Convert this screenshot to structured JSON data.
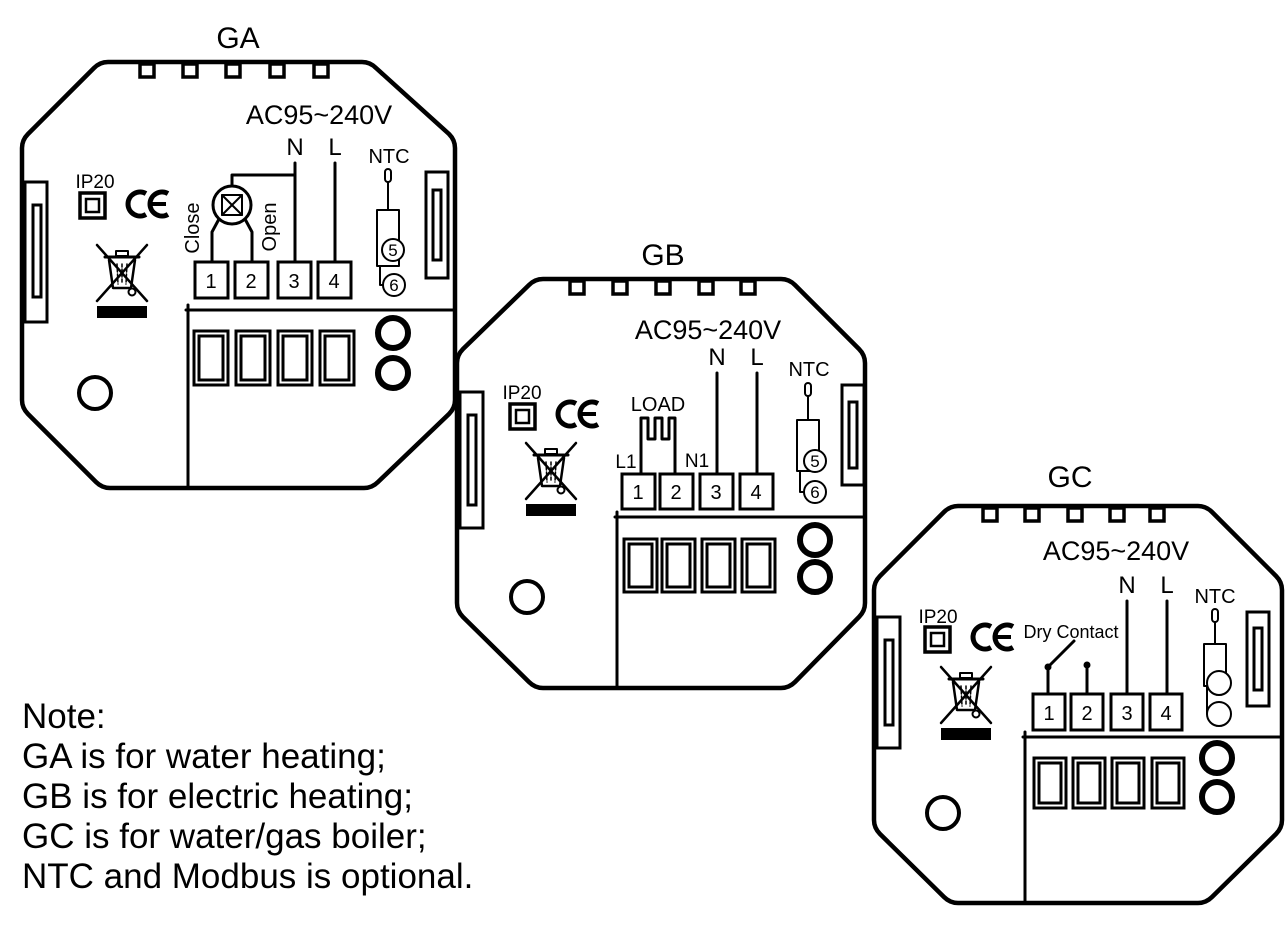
{
  "panels": {
    "ga": {
      "title": "GA",
      "voltage": "AC95~240V",
      "n_label": "N",
      "l_label": "L",
      "ntc_label": "NTC",
      "ntc_pins": [
        "5",
        "6"
      ],
      "ip_rating": "IP20",
      "ce_mark": "CE",
      "terminals": [
        "1",
        "2",
        "3",
        "4"
      ],
      "valve_close": "Close",
      "valve_open": "Open"
    },
    "gb": {
      "title": "GB",
      "voltage": "AC95~240V",
      "n_label": "N",
      "l_label": "L",
      "ntc_label": "NTC",
      "ntc_pins": [
        "5",
        "6"
      ],
      "ip_rating": "IP20",
      "ce_mark": "CE",
      "terminals": [
        "1",
        "2",
        "3",
        "4"
      ],
      "load_label": "LOAD",
      "load_l1": "L1",
      "load_n1": "N1"
    },
    "gc": {
      "title": "GC",
      "voltage": "AC95~240V",
      "n_label": "N",
      "l_label": "L",
      "ntc_label": "NTC",
      "ip_rating": "IP20",
      "ce_mark": "CE",
      "terminals": [
        "1",
        "2",
        "3",
        "4"
      ],
      "dry_contact_label": "Dry Contact"
    }
  },
  "note": {
    "heading": "Note:",
    "lines": [
      "GA is for water heating;",
      "GB is for electric heating;",
      "GC is for water/gas boiler;",
      "NTC and Modbus is optional."
    ]
  },
  "colors": {
    "ink": "#000000",
    "paper": "#ffffff"
  }
}
